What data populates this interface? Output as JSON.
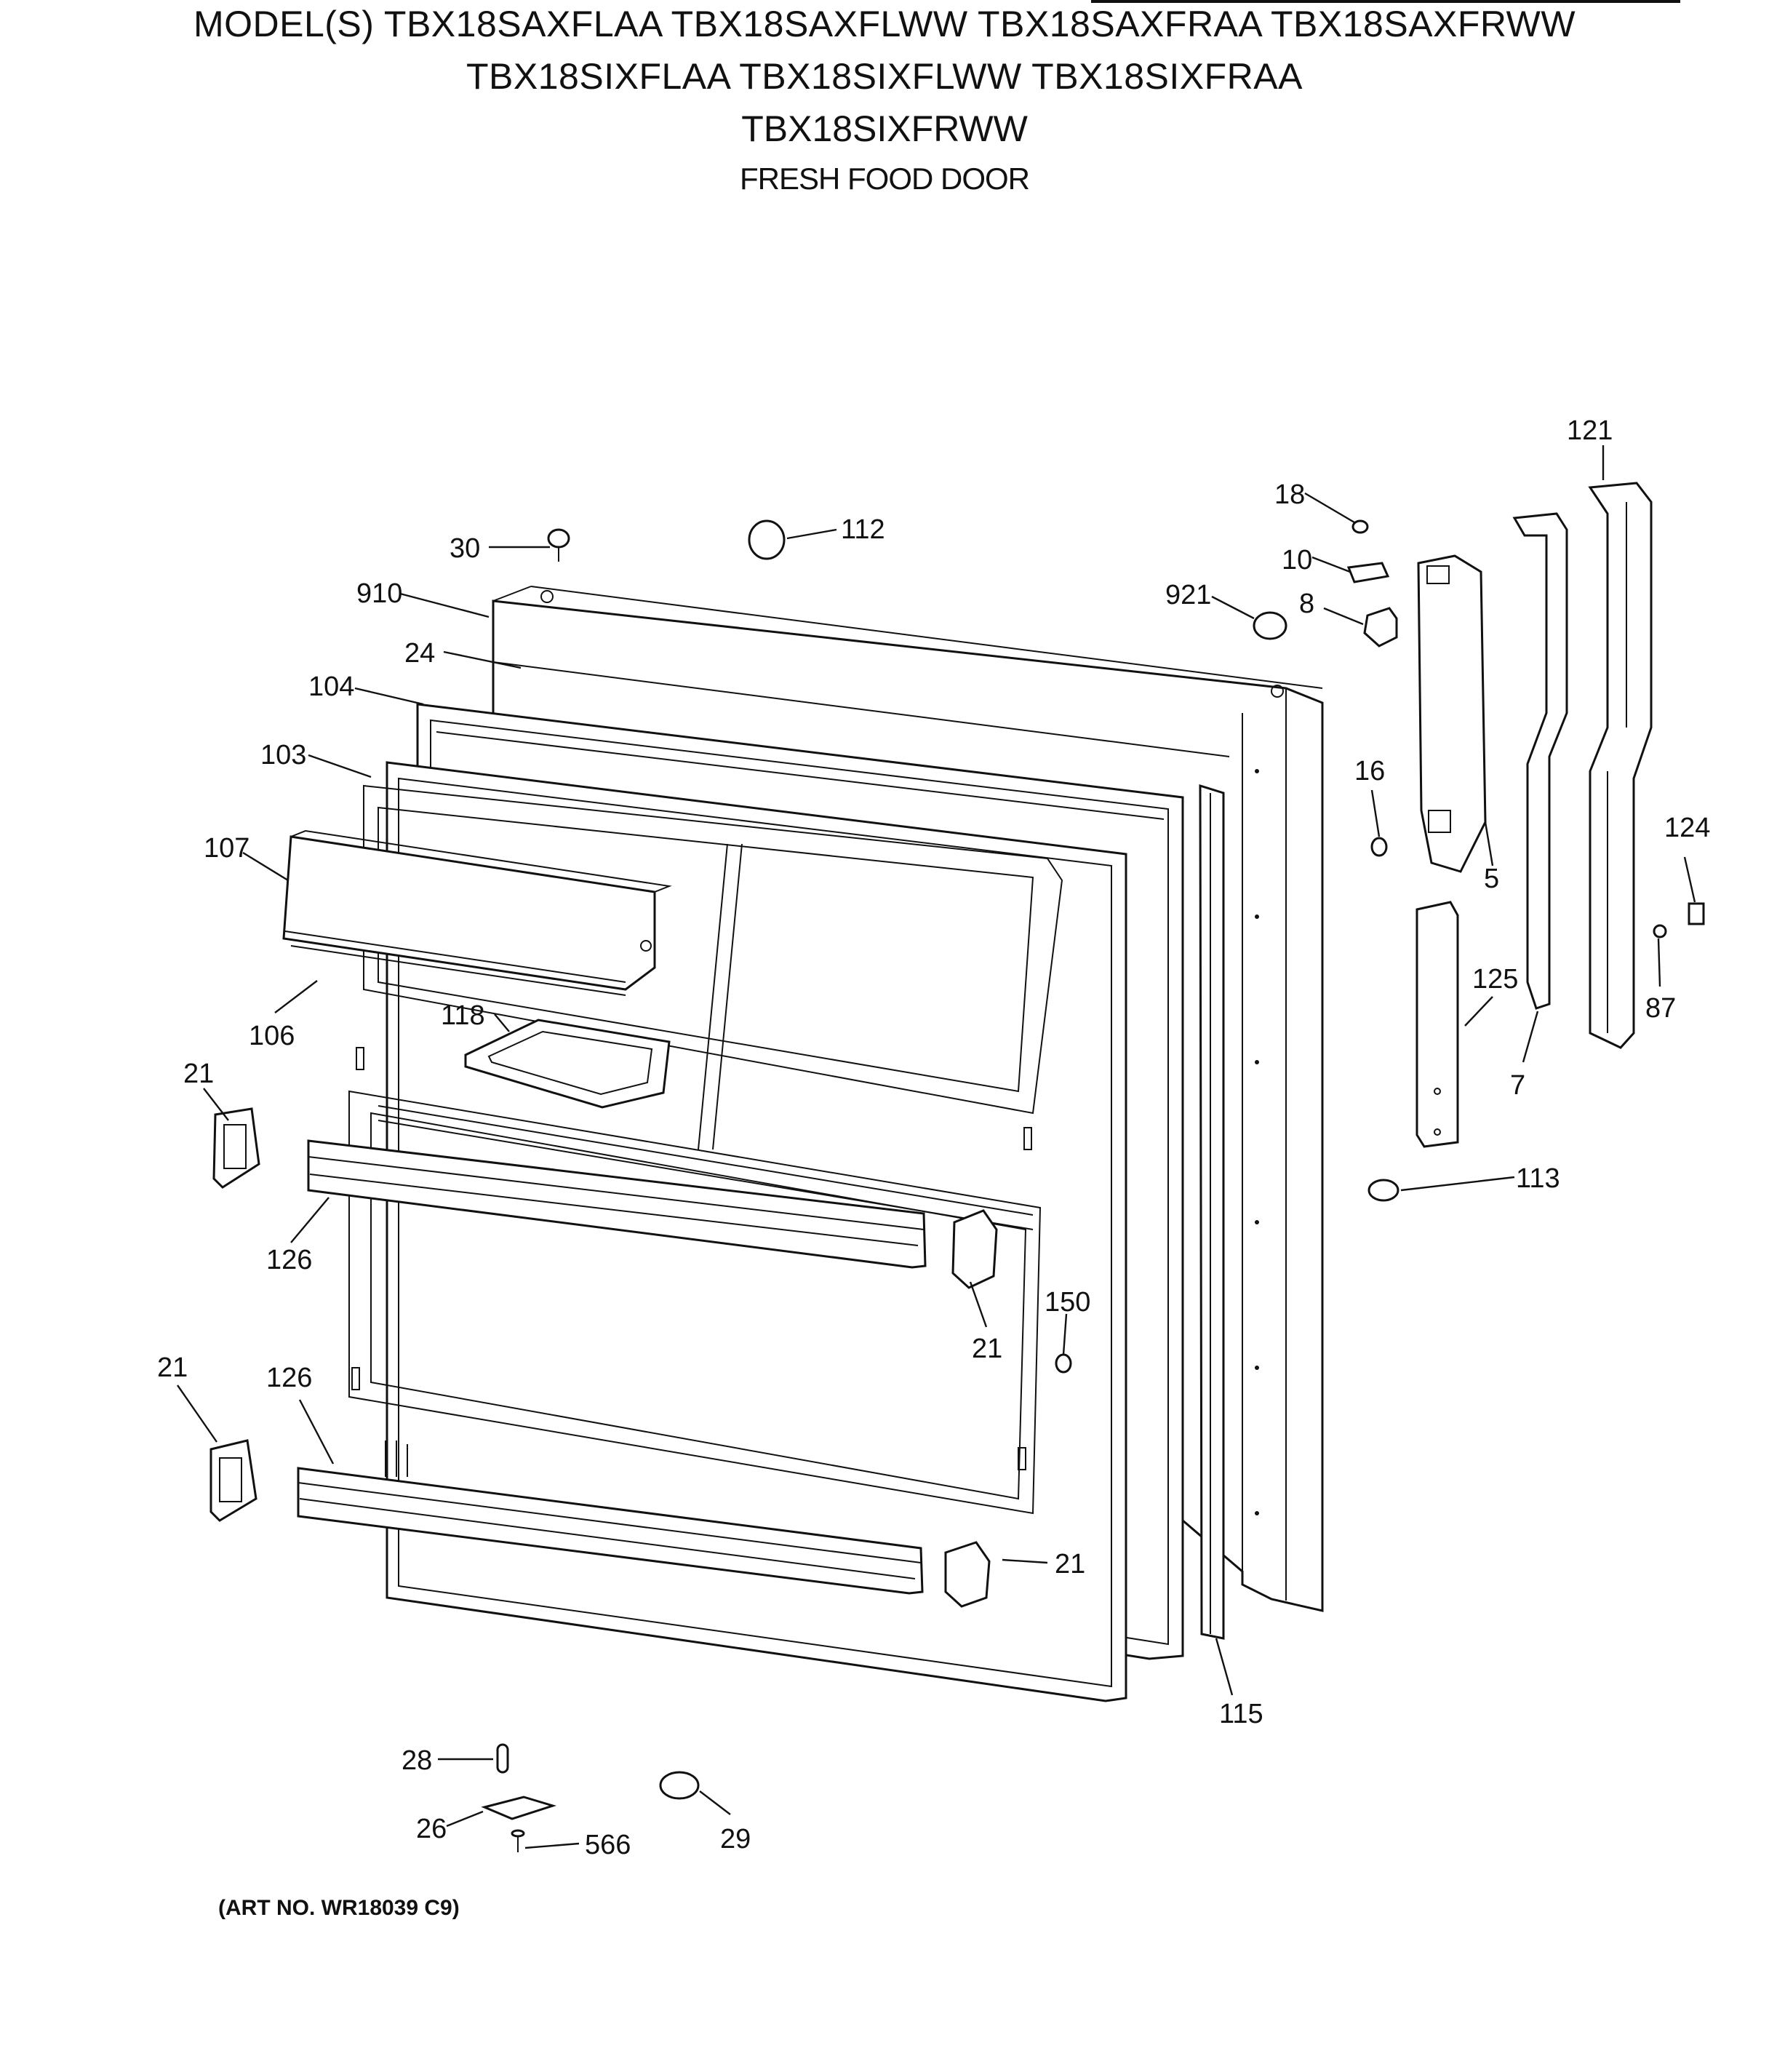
{
  "header": {
    "line1": "MODEL(S) TBX18SAXFLAA  TBX18SAXFLWW  TBX18SAXFRAA  TBX18SAXFRWW",
    "line2": "TBX18SIXFLAA  TBX18SIXFLWW  TBX18SIXFRAA",
    "line3": "TBX18SIXFRWW",
    "section": "FRESH FOOD DOOR"
  },
  "footer": {
    "art_number": "(ART NO. WR18039 C9)"
  },
  "callouts": {
    "p121": "121",
    "p18": "18",
    "p30": "30",
    "p112": "112",
    "p10": "10",
    "p910": "910",
    "p921": "921",
    "p8": "8",
    "p24": "24",
    "p104": "104",
    "p103": "103",
    "p16": "16",
    "p124": "124",
    "p107": "107",
    "p5": "5",
    "p125": "125",
    "p87": "87",
    "p118": "118",
    "p106": "106",
    "p7": "7",
    "p21a": "21",
    "p113": "113",
    "p126a": "126",
    "p150": "150",
    "p21b": "21",
    "p21c": "21",
    "p126b": "126",
    "p21d": "21",
    "p115": "115",
    "p28": "28",
    "p26": "26",
    "p566": "566",
    "p29": "29"
  }
}
